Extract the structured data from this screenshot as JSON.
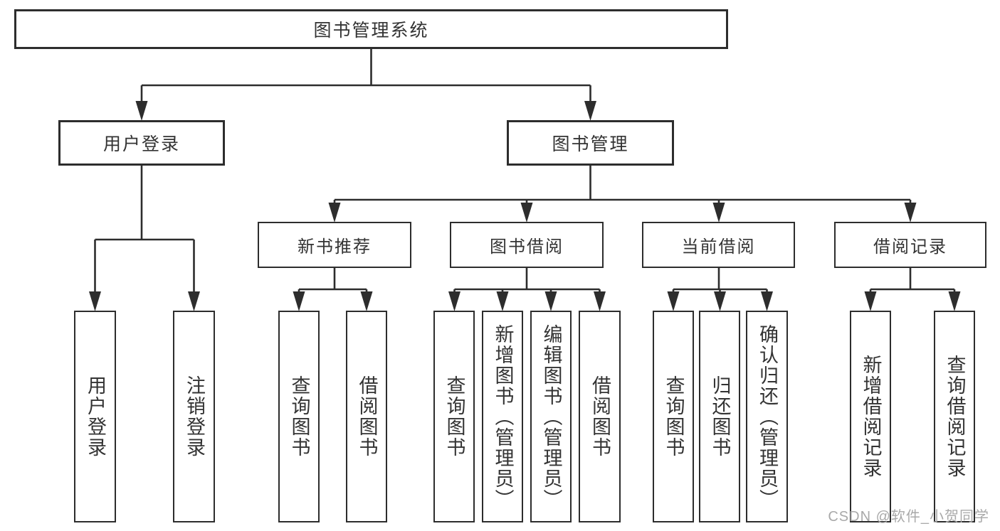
{
  "colors": {
    "line": "#2d2d2d",
    "text": "#333333",
    "watermark": "#a9a9a9",
    "background": "#ffffff"
  },
  "tree": {
    "label": "图书管理系统",
    "children": [
      {
        "label": "用户登录",
        "children": [
          {
            "label": "用户登录"
          },
          {
            "label": "注销登录"
          }
        ]
      },
      {
        "label": "图书管理",
        "children": [
          {
            "label": "新书推荐",
            "children": [
              {
                "label": "查询图书"
              },
              {
                "label": "借阅图书"
              }
            ]
          },
          {
            "label": "图书借阅",
            "children": [
              {
                "label": "查询图书"
              },
              {
                "label": "新增图书（管理员）"
              },
              {
                "label": "编辑图书（管理员）"
              },
              {
                "label": "借阅图书"
              }
            ]
          },
          {
            "label": "当前借阅",
            "children": [
              {
                "label": "查询图书"
              },
              {
                "label": "归还图书"
              },
              {
                "label": "确认归还（管理员）"
              }
            ]
          },
          {
            "label": "借阅记录",
            "children": [
              {
                "label": "新增借阅记录"
              },
              {
                "label": "查询借阅记录"
              }
            ]
          }
        ]
      }
    ]
  },
  "watermark": {
    "text": "CSDN @软件_小贺同学"
  }
}
